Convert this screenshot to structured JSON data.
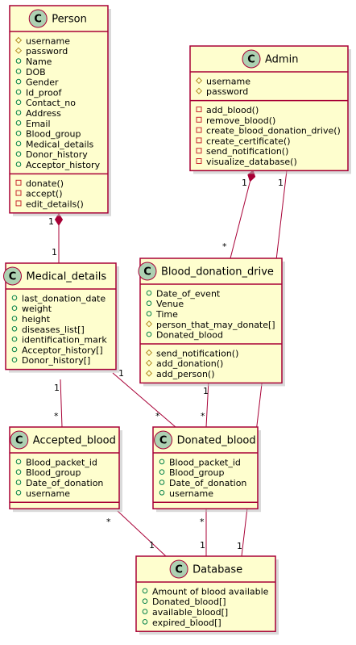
{
  "colors": {
    "class_fill": "#fefece",
    "border": "#a80036",
    "badge": "#add1b2",
    "public": "#038048",
    "protected": "#b38d22",
    "private": "#c82930"
  },
  "badge_letter": "C",
  "classes": [
    {
      "id": "person",
      "name": "Person",
      "sections": [
        [
          {
            "vis": "protected",
            "text": "username"
          },
          {
            "vis": "protected",
            "text": "password"
          },
          {
            "vis": "public",
            "text": "Name"
          },
          {
            "vis": "public",
            "text": "DOB"
          },
          {
            "vis": "public",
            "text": "Gender"
          },
          {
            "vis": "public",
            "text": "Id_proof"
          },
          {
            "vis": "public",
            "text": "Contact_no"
          },
          {
            "vis": "public",
            "text": "Address"
          },
          {
            "vis": "public",
            "text": "Email"
          },
          {
            "vis": "public",
            "text": "Blood_group"
          },
          {
            "vis": "public",
            "text": "Medical_details"
          },
          {
            "vis": "public",
            "text": "Donor_history"
          },
          {
            "vis": "public",
            "text": "Acceptor_history"
          }
        ],
        [
          {
            "vis": "private",
            "text": "donate()"
          },
          {
            "vis": "private",
            "text": "accept()"
          },
          {
            "vis": "private",
            "text": "edit_details()"
          }
        ]
      ]
    },
    {
      "id": "admin",
      "name": "Admin",
      "sections": [
        [
          {
            "vis": "protected",
            "text": "username"
          },
          {
            "vis": "protected",
            "text": "password"
          }
        ],
        [
          {
            "vis": "private",
            "text": "add_blood()"
          },
          {
            "vis": "private",
            "text": "remove_blood()"
          },
          {
            "vis": "private",
            "text": "create_blood_donation_drive()"
          },
          {
            "vis": "private",
            "text": "create_certificate()"
          },
          {
            "vis": "private",
            "text": "send_notification()"
          },
          {
            "vis": "private",
            "text": "visualize_database()"
          }
        ]
      ]
    },
    {
      "id": "medical",
      "name": "Medical_details",
      "sections": [
        [
          {
            "vis": "public",
            "text": "last_donation_date"
          },
          {
            "vis": "public",
            "text": "weight"
          },
          {
            "vis": "public",
            "text": "height"
          },
          {
            "vis": "public",
            "text": "diseases_list[]"
          },
          {
            "vis": "public",
            "text": "identification_mark"
          },
          {
            "vis": "public",
            "text": "Acceptor_history[]"
          },
          {
            "vis": "public",
            "text": "Donor_history[]"
          }
        ]
      ]
    },
    {
      "id": "drive",
      "name": "Blood_donation_drive",
      "sections": [
        [
          {
            "vis": "public",
            "text": "Date_of_event"
          },
          {
            "vis": "public",
            "text": "Venue"
          },
          {
            "vis": "public",
            "text": "Time"
          },
          {
            "vis": "protected",
            "text": "person_that_may_donate[]"
          },
          {
            "vis": "public",
            "text": "Donated_blood"
          }
        ],
        [
          {
            "vis": "protected",
            "text": "send_notification()"
          },
          {
            "vis": "protected",
            "text": "add_donation()"
          },
          {
            "vis": "protected",
            "text": "add_person()"
          }
        ]
      ]
    },
    {
      "id": "accepted",
      "name": "Accepted_blood",
      "sections": [
        [
          {
            "vis": "public",
            "text": "Blood_packet_id"
          },
          {
            "vis": "public",
            "text": "Blood_group"
          },
          {
            "vis": "public",
            "text": "Date_of_donation"
          },
          {
            "vis": "public",
            "text": "username"
          }
        ],
        []
      ]
    },
    {
      "id": "donated",
      "name": "Donated_blood",
      "sections": [
        [
          {
            "vis": "public",
            "text": "Blood_packet_id"
          },
          {
            "vis": "public",
            "text": "Blood_group"
          },
          {
            "vis": "public",
            "text": "Date_of_donation"
          },
          {
            "vis": "public",
            "text": "username"
          }
        ],
        []
      ]
    },
    {
      "id": "database",
      "name": "Database",
      "sections": [
        [
          {
            "vis": "public",
            "text": "Amount of blood available"
          },
          {
            "vis": "public",
            "text": "Donated_blood[]"
          },
          {
            "vis": "public",
            "text": "available_blood[]"
          },
          {
            "vis": "public",
            "text": "expired_blood[]"
          }
        ]
      ]
    }
  ],
  "relations": [
    {
      "id": "person-medical",
      "from": "person",
      "to": "medical",
      "from_mult": "1",
      "to_mult": "1",
      "composition_at": "from"
    },
    {
      "id": "admin-drive",
      "from": "admin",
      "to": "drive",
      "from_mult": "1",
      "to_mult": "*",
      "composition_at": "from"
    },
    {
      "id": "admin-database",
      "from": "admin",
      "to": "database",
      "from_mult": "1",
      "to_mult": "1"
    },
    {
      "id": "medical-accepted",
      "from": "medical",
      "to": "accepted",
      "from_mult": "1",
      "to_mult": "*"
    },
    {
      "id": "medical-donated",
      "from": "medical",
      "to": "donated",
      "from_mult": "1",
      "to_mult": "*"
    },
    {
      "id": "drive-donated",
      "from": "drive",
      "to": "donated",
      "from_mult": "1",
      "to_mult": "*"
    },
    {
      "id": "accepted-database",
      "from": "accepted",
      "to": "database",
      "from_mult": "*",
      "to_mult": "1"
    },
    {
      "id": "donated-database",
      "from": "donated",
      "to": "database",
      "from_mult": "*",
      "to_mult": "1"
    }
  ]
}
